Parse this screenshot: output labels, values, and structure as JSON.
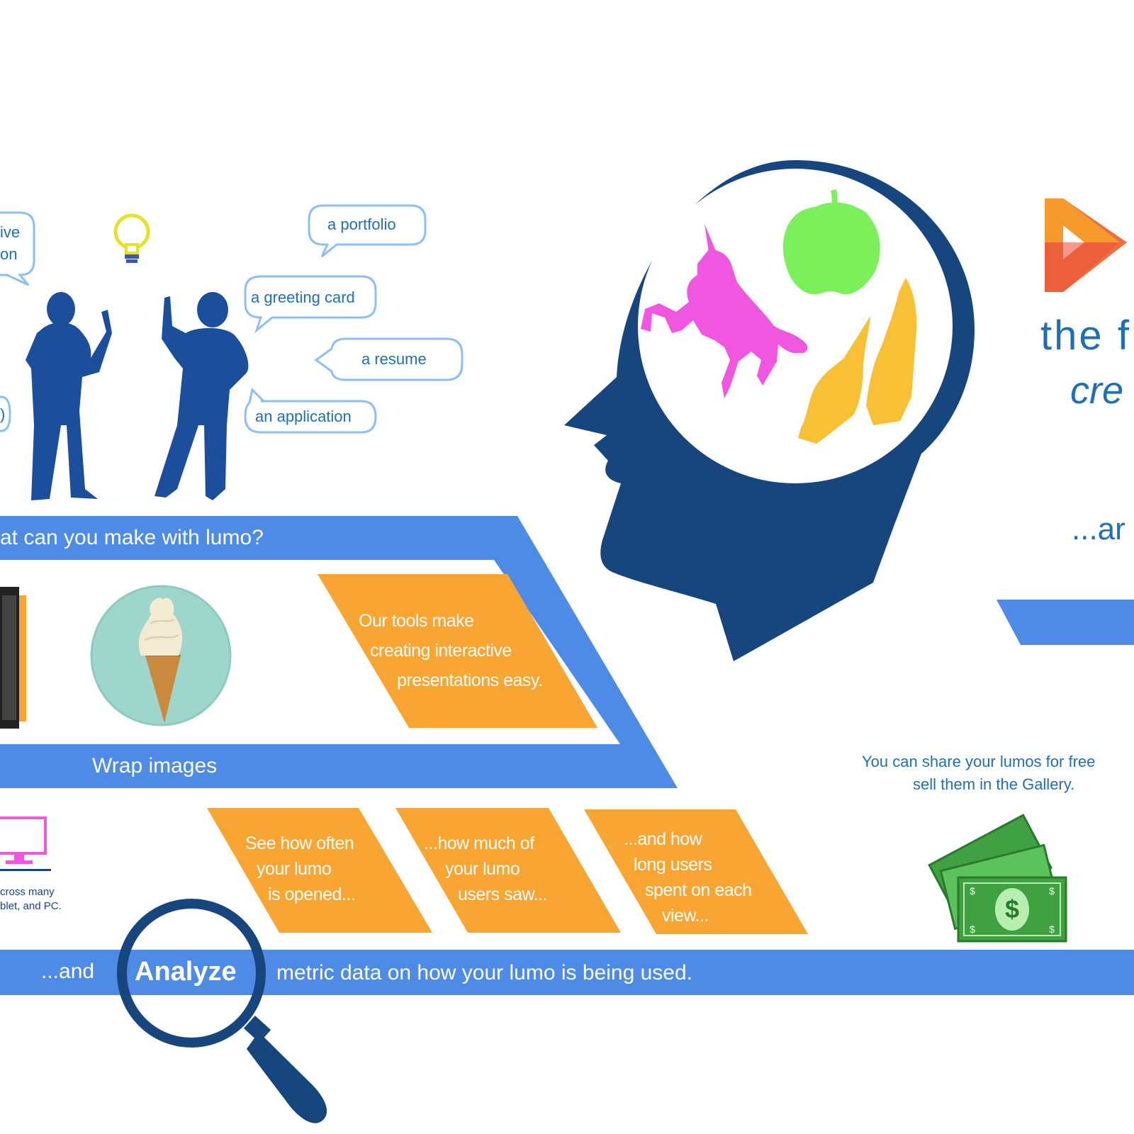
{
  "speech_bubbles": {
    "clipped_top_line1": "ive",
    "clipped_top_line2": "on",
    "portfolio": "a portfolio",
    "greeting_card": "a greeting card",
    "resume": "a resume",
    "application": "an application",
    "clipped_left": ")"
  },
  "top_band": {
    "text": "at can you make with lumo?"
  },
  "wrap_band": {
    "text": "Wrap images"
  },
  "tools_box": {
    "line1": "Our tools make",
    "line2": "creating interactive",
    "line3": "presentations easy."
  },
  "devices": {
    "line1": "cross many",
    "line2": "blet, and PC."
  },
  "metrics": [
    {
      "line1": "See how often",
      "line2": "your lumo",
      "line3": "is opened..."
    },
    {
      "line1": "...how much of",
      "line2": "your lumo",
      "line3": "users saw..."
    },
    {
      "line1": "...and how",
      "line2": "long users",
      "line3": "spent on each",
      "line4": "view..."
    }
  ],
  "analyze_band": {
    "prefix": "...and",
    "highlight": "Analyze",
    "suffix": "metric data on how your lumo is being used."
  },
  "right_panel": {
    "tagline1": "the f",
    "tagline2": "cre",
    "and_text": "...ar",
    "share_line1": "You can share your lumos for free",
    "share_line2": "sell them in the Gallery."
  },
  "colors": {
    "navy": "#17467f",
    "band_blue": "#4d8be6",
    "orange": "#f9a533",
    "text_blue": "#1f6fb5",
    "bubble_border": "#8cc0f5",
    "magenta": "#f056e0",
    "apple_green": "#7bf05a",
    "hand_yellow": "#f8c035",
    "money_green": "#3fa142"
  }
}
